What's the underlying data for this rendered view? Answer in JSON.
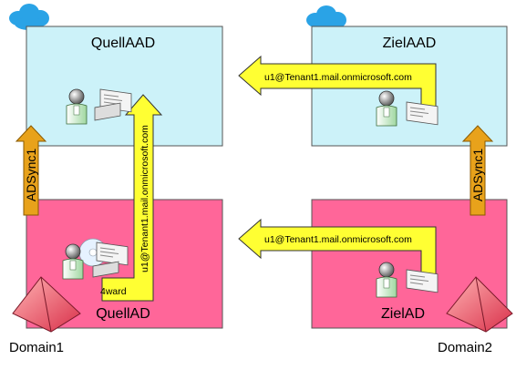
{
  "boxes": {
    "quell_aad": "QuellAAD",
    "ziel_aad": "ZielAAD",
    "quell_ad": "QuellAD",
    "ziel_ad": "ZielAD"
  },
  "sync": {
    "left": "ADSync1",
    "right": "ADSync1"
  },
  "arrows": {
    "top_address": "u1@Tenant1.mail.onmicrosoft.com",
    "bottom_address": "u1@Tenant1.mail.onmicrosoft.com",
    "vertical_address": "u1@Tenant1.mail.onmicrosoft.com",
    "forward_tag": "4ward"
  },
  "domains": {
    "left": "Domain1",
    "right": "Domain2"
  },
  "colors": {
    "aad_fill": "#ccf2f9",
    "ad_fill": "#ff6699",
    "arrow_yellow": "#ffff33",
    "sync_orange": "#e8a21b",
    "cloud_blue": "#2aa3e6"
  },
  "icons": {
    "cloud": "cloud-icon",
    "user": "user-icon",
    "mail": "envelope-icon",
    "pyramid": "domain-pyramid-icon"
  }
}
